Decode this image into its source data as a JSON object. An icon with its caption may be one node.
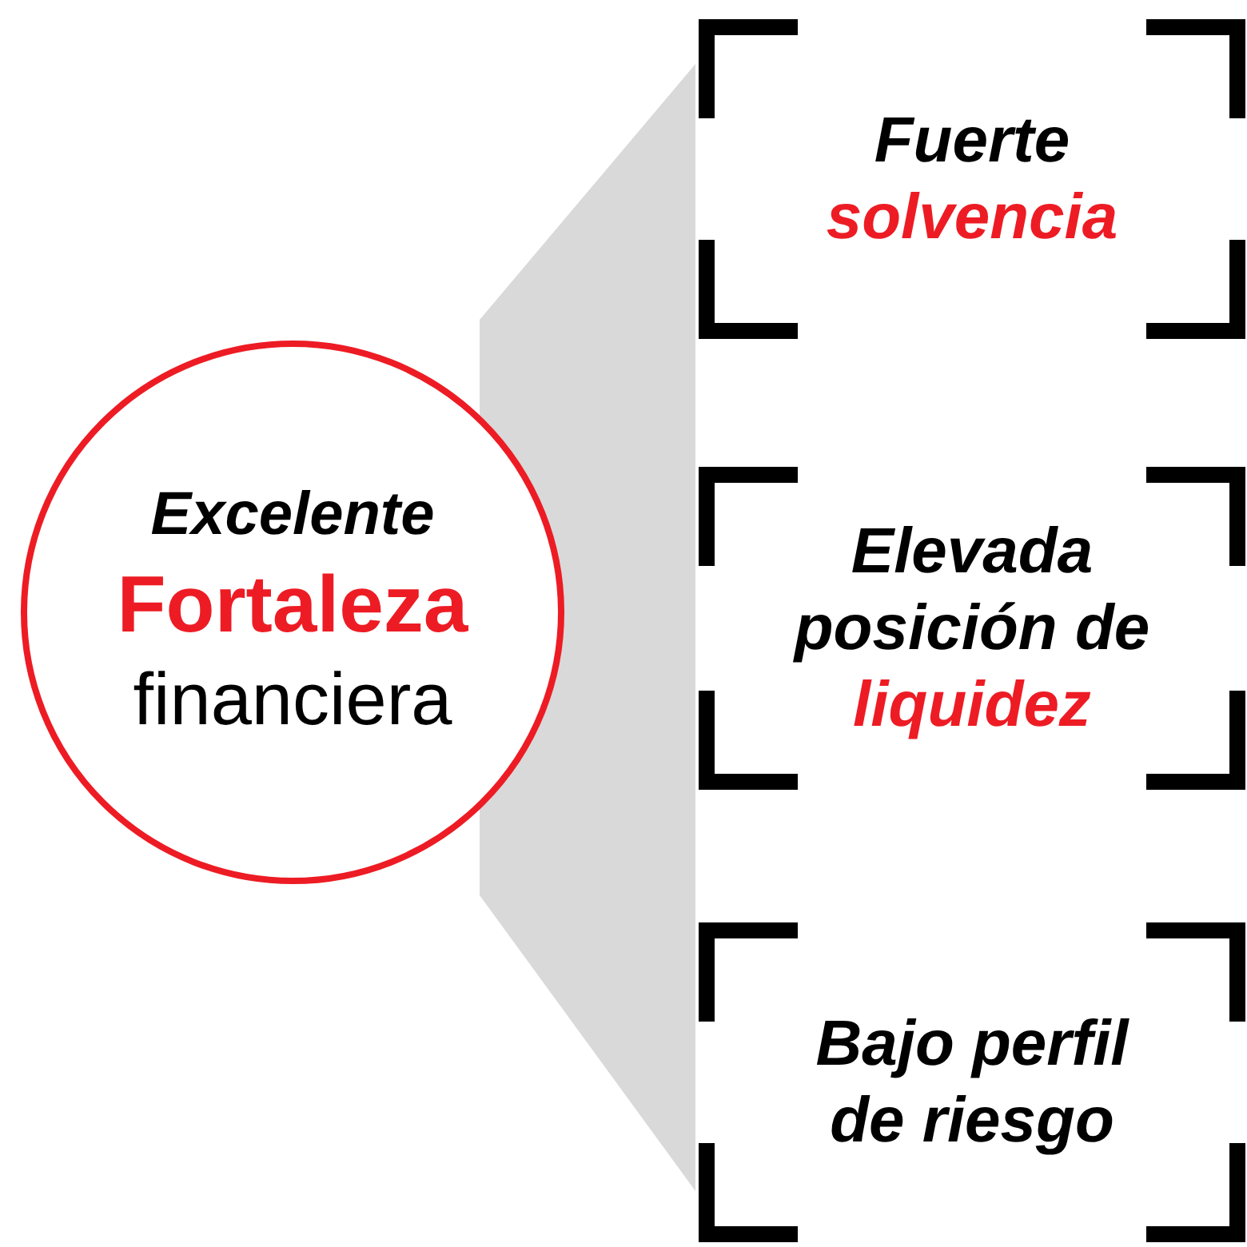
{
  "diagram": {
    "nodes": [
      {
        "text": [
          "Excelente",
          "Fortaleza",
          "financiera"
        ]
      },
      {
        "text": [
          "Fuerte",
          "solvencia"
        ]
      },
      {
        "text": [
          "Elevada posición de",
          "liquidez"
        ]
      },
      {
        "text": [
          "Bajo perfil de riesgo"
        ]
      },
      {
        "text": [],
        "shape": "wedge"
      }
    ]
  }
}
